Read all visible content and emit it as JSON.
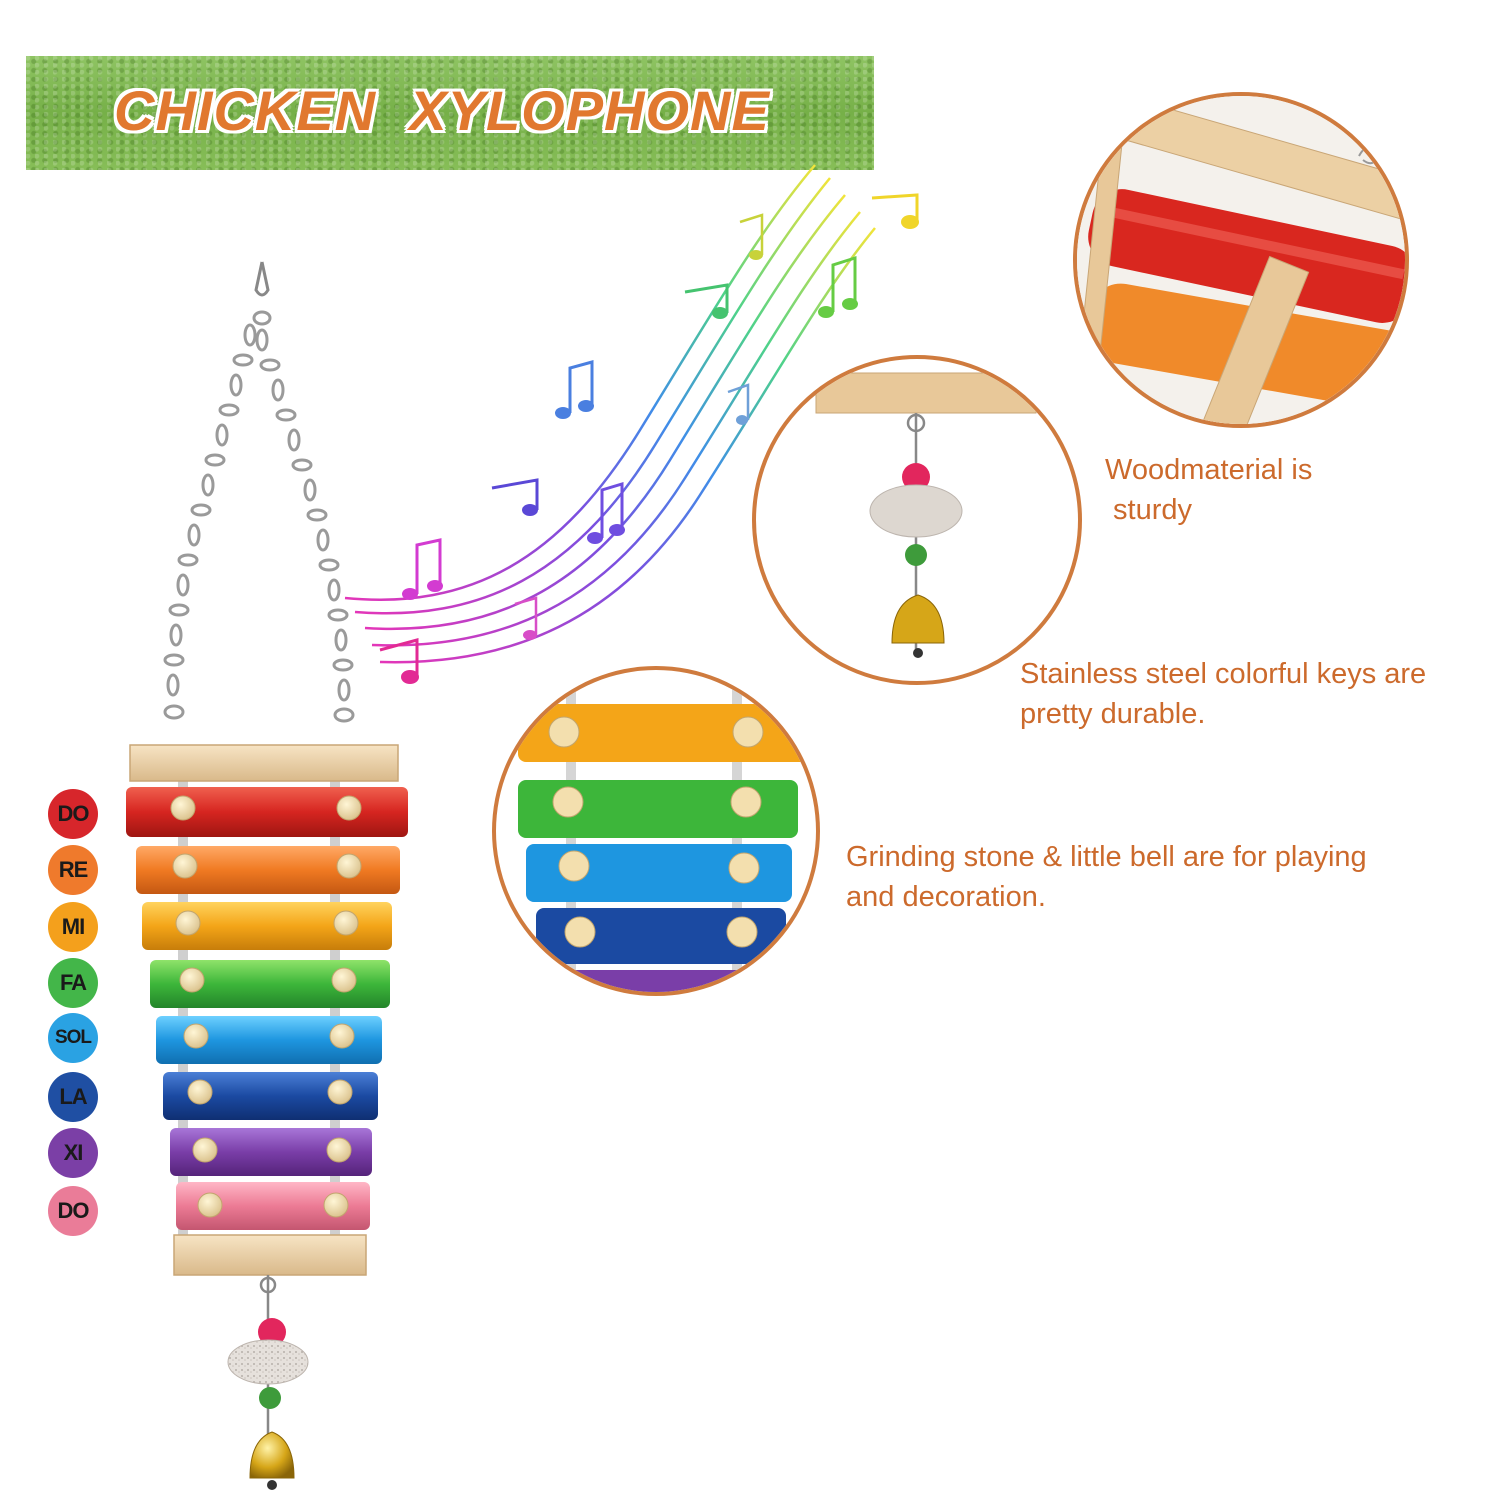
{
  "title": "CHICKEN  XYLOPHONE",
  "notes": [
    {
      "label": "DO",
      "color": "#d7262b"
    },
    {
      "label": "RE",
      "color": "#ef7a2c"
    },
    {
      "label": "MI",
      "color": "#f4a01c"
    },
    {
      "label": "FA",
      "color": "#43b649"
    },
    {
      "label": "SOL",
      "color": "#2aa2e3"
    },
    {
      "label": "LA",
      "color": "#1f4fa3"
    },
    {
      "label": "XI",
      "color": "#7b3fa6"
    },
    {
      "label": "DO",
      "color": "#ea7c98"
    }
  ],
  "captions": {
    "wood": "Woodmaterial is\n sturdy",
    "keys": "Stainless steel colorful keys are\npretty durable.",
    "stone": "Grinding stone & little bell are for playing\nand decoration."
  },
  "colors": {
    "accent": "#cc6a2c",
    "wood": "#ecd2ab",
    "chain": "#9a9a9a"
  }
}
